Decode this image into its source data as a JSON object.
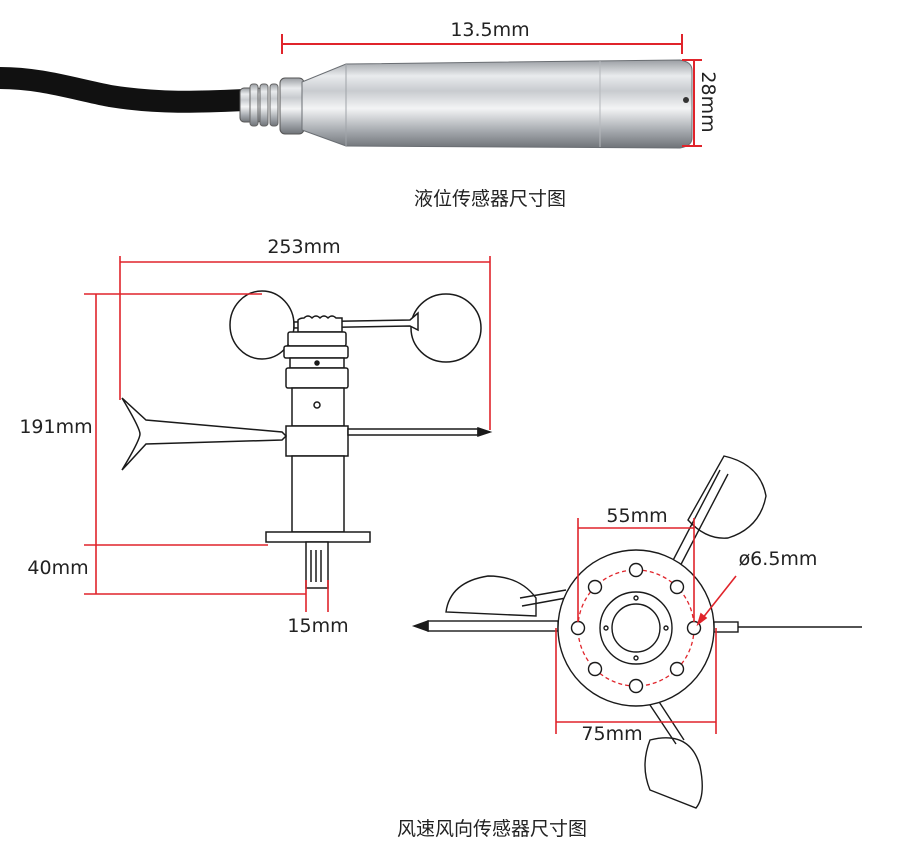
{
  "liquid_sensor": {
    "length_label": "13.5mm",
    "diameter_label": "28mm",
    "caption": "液位传感器尺寸图"
  },
  "wind_sensor": {
    "width_label": "253mm",
    "height_label": "191mm",
    "base_height_label": "40mm",
    "connector_label": "15mm",
    "pitch_circle_label": "55mm",
    "hole_label": "ø6.5mm",
    "flange_label": "75mm",
    "caption": "风速风向传感器尺寸图"
  },
  "colors": {
    "dimension_line": "#e0242b",
    "outline": "#1a1a1a",
    "cable": "#111111",
    "steel_light": "#e8eaec",
    "steel_dark": "#8a8e93"
  }
}
